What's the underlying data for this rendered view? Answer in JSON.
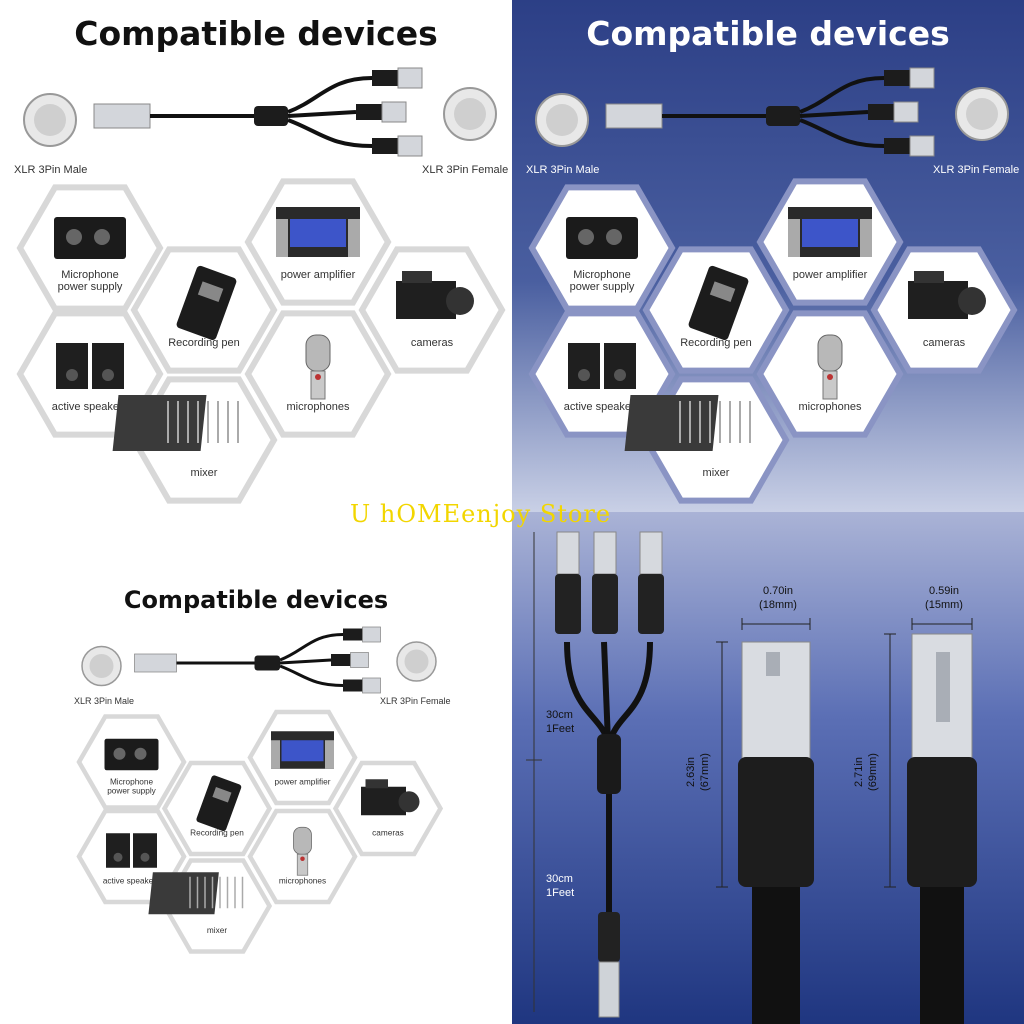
{
  "title": "Compatible devices",
  "male_label": "XLR 3Pin Male",
  "female_label": "XLR 3Pin Female",
  "devices": [
    {
      "label_lines": [
        "Microphone",
        "power supply"
      ],
      "icon": "power-supply-icon"
    },
    {
      "label_lines": [
        "power amplifier"
      ],
      "icon": "amplifier-icon"
    },
    {
      "label_lines": [
        "Recording pen"
      ],
      "icon": "recorder-icon"
    },
    {
      "label_lines": [
        "cameras"
      ],
      "icon": "camera-icon"
    },
    {
      "label_lines": [
        "active speakers"
      ],
      "icon": "speakers-icon"
    },
    {
      "label_lines": [
        "microphones"
      ],
      "icon": "microphone-icon"
    },
    {
      "label_lines": [
        "mixer"
      ],
      "icon": "mixer-icon"
    }
  ],
  "watermark": "U hOMEenjoy Store",
  "dimensions": {
    "segment_top": [
      "30cm",
      "1Feet"
    ],
    "segment_bottom": [
      "30cm",
      "1Feet"
    ],
    "male_width": [
      "0.70in",
      "(18mm)"
    ],
    "female_width": [
      "0.59in",
      "(15mm)"
    ],
    "male_length": [
      "2.63in",
      "(67mm)"
    ],
    "female_length": [
      "2.71in",
      "(69mm)"
    ]
  },
  "colors": {
    "watermark": "#f2d600",
    "blue_bg": "#2c3f86"
  }
}
